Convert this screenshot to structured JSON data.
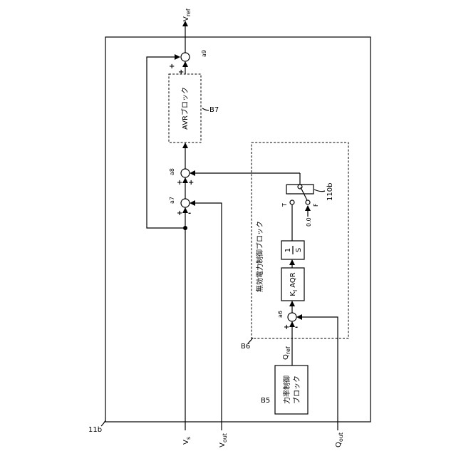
{
  "figure_refs": {
    "outer_block": "11b",
    "q_block": "B5",
    "reactive_block": "B6",
    "avr_block_ref": "B7",
    "switch_ref": "110b"
  },
  "signals": {
    "vref_main": "V",
    "vref_sub": "ref",
    "vs_main": "V",
    "vs_sub": "s",
    "vout_main": "V",
    "vout_sub": "out",
    "qout_main": "Q",
    "qout_sub": "out",
    "qref_main": "Q",
    "qref_sub": "ref"
  },
  "blocks": {
    "power_factor_line1": "力率制御",
    "power_factor_line2": "ブロック",
    "reactive_title": "無効電力制御ブロック",
    "aqr_k": "K",
    "aqr_k_sub": "I",
    "aqr_text": "AQR",
    "integ_num": "1",
    "integ_den": "S",
    "avr": "AVRブロック"
  },
  "switch": {
    "terminal_t": "T",
    "terminal_f": "F",
    "zero_value": "0.0"
  },
  "junctions": {
    "a6": "a6",
    "a7": "a7",
    "a8": "a8",
    "a9": "a9"
  },
  "signs": {
    "plus": "+",
    "minus": "-"
  }
}
